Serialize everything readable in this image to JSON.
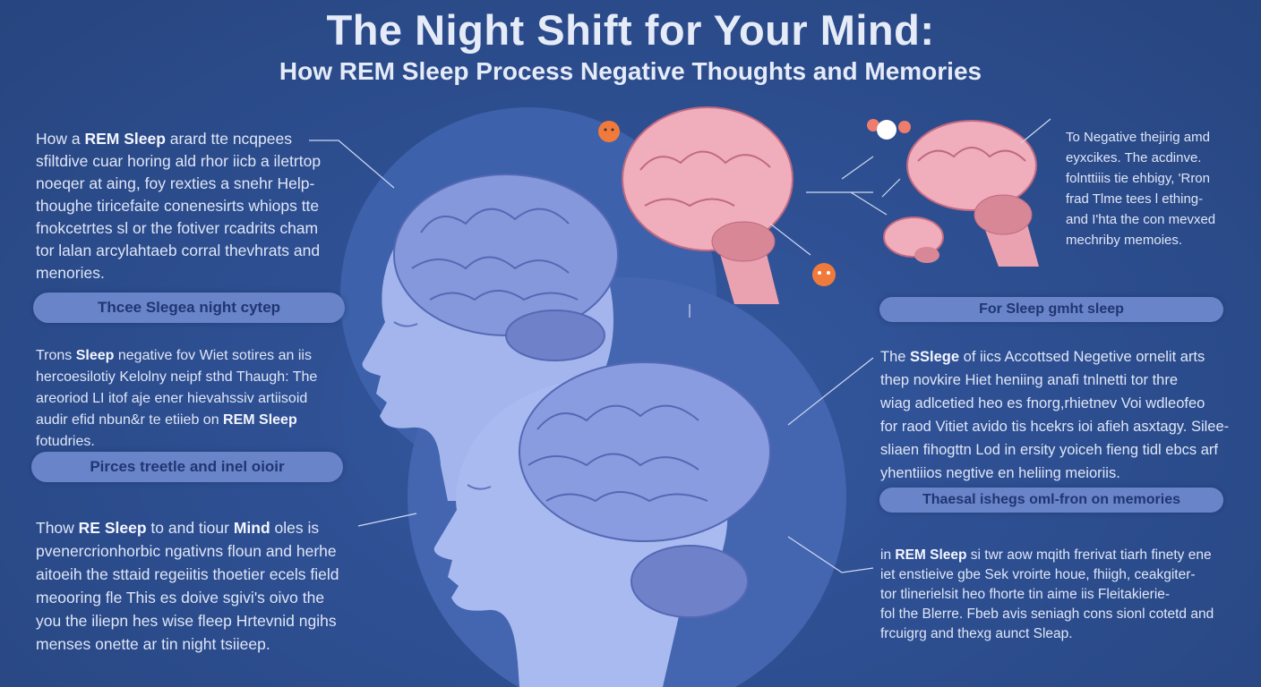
{
  "title": "The Night Shift for Your Mind:",
  "subtitle": "How REM Sleep Process Negative Thoughts and Memories",
  "colors": {
    "background": "#2c4d8e",
    "head": "#aabaf0",
    "brain": "#7f92d8",
    "pink_brain": "#eea5b4",
    "pill": "#6a84c9",
    "emoji": "#f07a3c"
  },
  "left": {
    "para1": [
      [
        {
          "t": "How a "
        },
        {
          "t": "REM Sleep",
          "b": true
        },
        {
          "t": " arard tte ncqpees"
        }
      ],
      [
        {
          "t": "sfiltdive cuar horing ald rhor iicb a iletrtop"
        }
      ],
      [
        {
          "t": "noeqer at aing, foy rexties a snehr Help-"
        }
      ],
      [
        {
          "t": "thoughe tiricefaite conenesirts whiops tte"
        }
      ],
      [
        {
          "t": "fnokcetrtes sl or the fotiver rcadrits cham"
        }
      ],
      [
        {
          "t": "tor lalan arcylahtaeb corral thevhrats and"
        }
      ],
      [
        {
          "t": "menories."
        }
      ]
    ],
    "pill1": "Thcee Slegea night cytep",
    "para2": [
      [
        {
          "t": "Trons "
        },
        {
          "t": "Sleep",
          "b": true
        },
        {
          "t": " negative fov Wiet sotires an iis"
        }
      ],
      [
        {
          "t": "hercoesilotiy Kelolny neipf sthd Thaugh: The"
        }
      ],
      [
        {
          "t": "areoriod LI itof aje ener hievahssiv artiisoid"
        }
      ],
      [
        {
          "t": "audir efid nbun&r te etiieb on "
        },
        {
          "t": "REM Sleep",
          "b": true
        }
      ],
      [
        {
          "t": "fotudries."
        }
      ]
    ],
    "pill2": "Pirces treetle and inel oioir",
    "para3": [
      [
        {
          "t": "Thow "
        },
        {
          "t": "RE Sleep",
          "b": true
        },
        {
          "t": " to and tiour "
        },
        {
          "t": "Mind",
          "b": true
        },
        {
          "t": " oles is"
        }
      ],
      [
        {
          "t": "pvenercrionhorbic ngativns floun and herhe"
        }
      ],
      [
        {
          "t": "aitoeih the sttaid regeiitis thoetier ecels field"
        }
      ],
      [
        {
          "t": "meooring fle This es doive sgivi's oivo the"
        }
      ],
      [
        {
          "t": "you the iliepn hes wise fleep Hrtevnid ngihs"
        }
      ],
      [
        {
          "t": "menses onette ar tin night tsiieep."
        }
      ]
    ]
  },
  "right": {
    "para_top": [
      [
        {
          "t": "To Negative thejirig amd"
        }
      ],
      [
        {
          "t": "eyxcikes. The acdinve."
        }
      ],
      [
        {
          "t": "folnttiiis tie ehbigy, 'Rron"
        }
      ],
      [
        {
          "t": "frad Tlme tees l ething-"
        }
      ],
      [
        {
          "t": "and I'hta the con mevxed"
        }
      ],
      [
        {
          "t": "mechriby memoies."
        }
      ]
    ],
    "pill3": "For Sleep gmht sleep",
    "para4": [
      [
        {
          "t": "The "
        },
        {
          "t": "SSlege",
          "b": true
        },
        {
          "t": " of iics Accottsed Negetive ornelit arts"
        }
      ],
      [
        {
          "t": "thep novkire Hiet heniing anafi tnlnetti tor thre"
        }
      ],
      [
        {
          "t": "wiag adlcetied heo es fnorg,rhietnev Voi wdleofeo"
        }
      ],
      [
        {
          "t": "for raod Vitiet avido tis hcekrs ioi afieh asxtagy. Silee-"
        }
      ],
      [
        {
          "t": "sliaen fihogttn Lod in ersity yoiceh fieng tidl ebcs arf"
        }
      ],
      [
        {
          "t": "yhentiiios negtive en heliing meioriis."
        }
      ]
    ],
    "pill4": "Thaesal ishegs oml-fron on memories",
    "para5": [
      [
        {
          "t": "in "
        },
        {
          "t": "REM Sleep",
          "b": true
        },
        {
          "t": " si twr aow mqith frerivat tiarh finety ene"
        }
      ],
      [
        {
          "t": "iet enstieive gbe Sek vroirte houe, fhiigh, ceakgiter-"
        }
      ],
      [
        {
          "t": "tor tlinerielsit heo fhorte tin aime iis Fleitakierie-"
        }
      ],
      [
        {
          "t": "fol the Blerre. Fbeb avis seniagh cons sionl cotetd and"
        }
      ],
      [
        {
          "t": "frcuigrg and thexg aunct Sleap."
        }
      ]
    ]
  }
}
